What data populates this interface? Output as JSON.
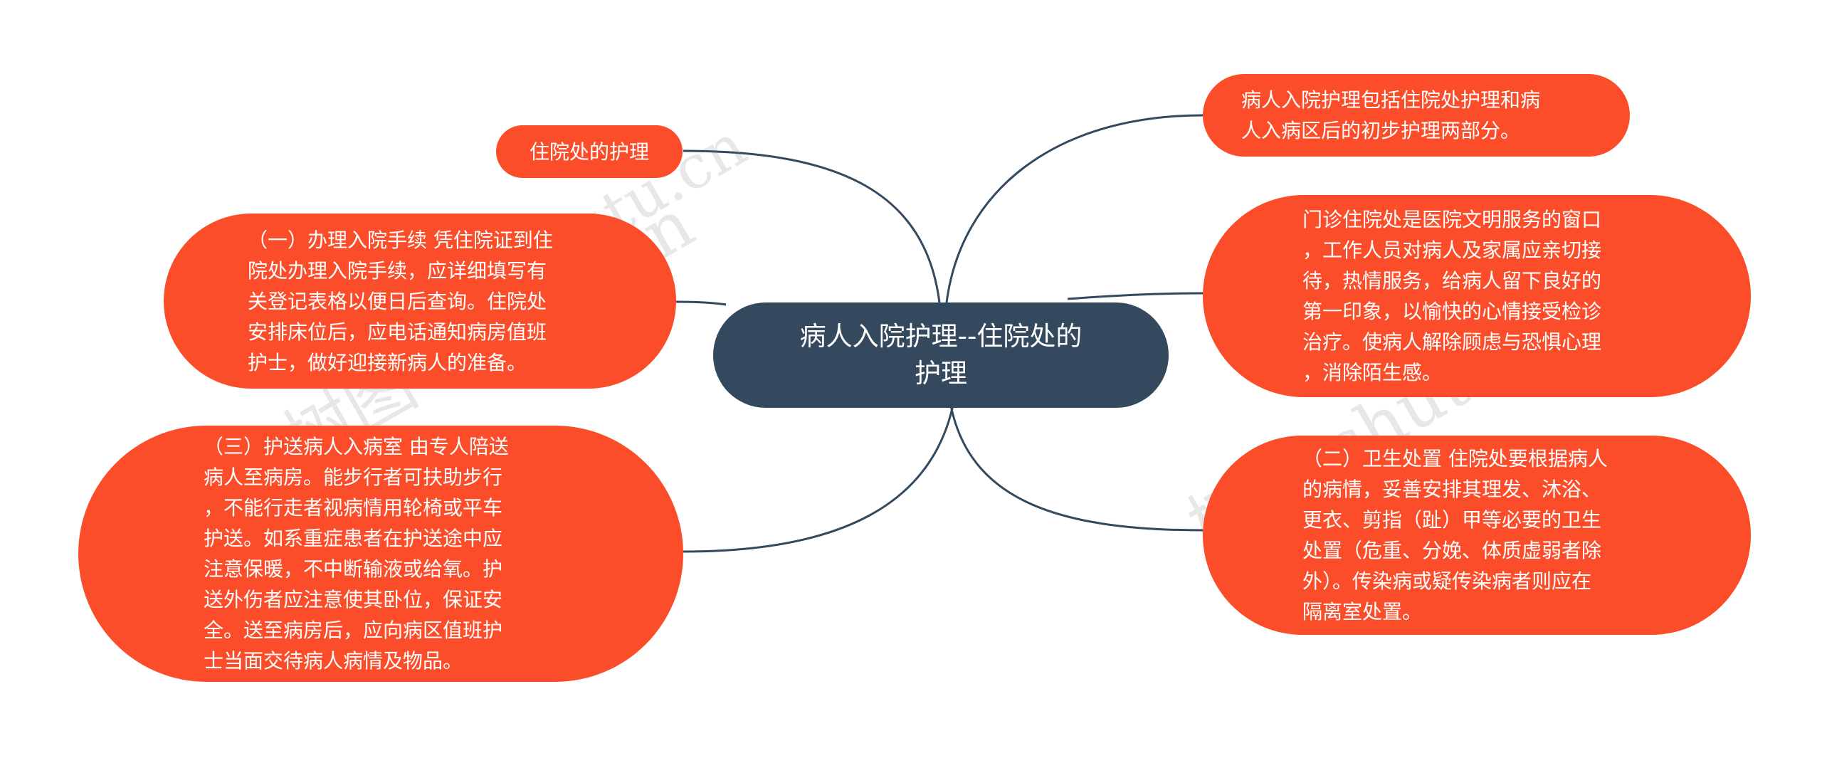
{
  "root": {
    "text": "病人入院护理--住院处的\n护理"
  },
  "nodes": {
    "left_title": {
      "text": "住院处的护理"
    },
    "left_1": {
      "text": "（一）办理入院手续 凭住院证到住\n院处办理入院手续，应详细填写有\n关登记表格以便日后查询。住院处\n安排床位后，应电话通知病房值班\n护士，做好迎接新病人的准备。"
    },
    "left_3": {
      "text": "（三）护送病人入病室 由专人陪送\n病人至病房。能步行者可扶助步行\n，不能行走者视病情用轮椅或平车\n护送。如系重症患者在护送途中应\n注意保暖，不中断输液或给氧。护\n送外伤者应注意使其卧位，保证安\n全。送至病房后，应向病区值班护\n士当面交待病人病情及物品。"
    },
    "right_intro": {
      "text": "病人入院护理包括住院处护理和病\n人入病区后的初步护理两部分。"
    },
    "right_window": {
      "text": "门诊住院处是医院文明服务的窗口\n，工作人员对病人及家属应亲切接\n待，热情服务，给病人留下良好的\n第一印象，以愉快的心情接受检诊\n治疗。使病人解除顾虑与恐惧心理\n，消除陌生感。"
    },
    "right_2": {
      "text": "（二）卫生处置 住院处要根据病人\n的病情，妥善安排其理发、沐浴、\n更衣、剪指（趾）甲等必要的卫生\n处置（危重、分娩、体质虚弱者除\n外）。传染病或疑传染病者则应在\n隔离室处置。"
    }
  },
  "watermarks": [
    "树图 shutu.cn",
    "树图 shutu.cn",
    "树图 shutu.cn"
  ],
  "colors": {
    "node": "#fc4d2a",
    "root": "#34495e",
    "link": "#34495e",
    "background": "#ffffff"
  }
}
